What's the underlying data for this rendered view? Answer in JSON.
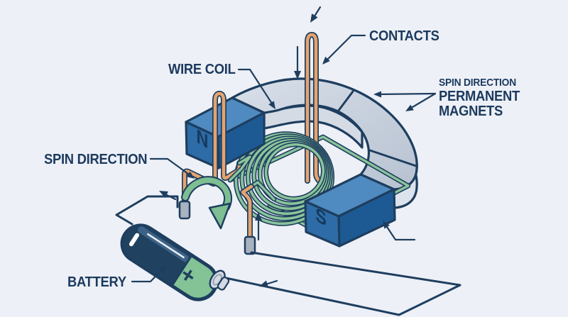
{
  "title": "Electric motor diagram",
  "labels": {
    "contacts": "CONTACTS",
    "wire_coil": "WIRE COIL",
    "spin_direction_left": "SPIN DIRECTION",
    "spin_direction_right": "SPIN DIRECTION",
    "permanent_magnets_1": "PERMANENT",
    "permanent_magnets_2": "MAGNETS",
    "battery": "BATTERY",
    "pole_north": "N",
    "pole_south": "S",
    "battery_plus": "+"
  },
  "icons": {
    "spin_arrow": "curved-green-arrow",
    "current_arrows": "small-navy-flow-arrows",
    "leader_arrows": "label-pointer-arrows"
  },
  "colors": {
    "background": "#edf0f6",
    "outline": "#1e3e5f",
    "text": "#1b3a5e",
    "magnet-top": "#b7c2d1",
    "magnet-top-light": "#d8dfe9",
    "magnet-side": "#dde3ec",
    "magnet-inner": "#d4dbe5",
    "pole-front": "#2d6ca7",
    "pole-top": "#4f8ac0",
    "pole-side": "#1d5a94",
    "pole-letter": "#16385c",
    "copper": "#e5a36e",
    "wire-green": "#8ac49a",
    "arrow-green": "#7dbe92",
    "terminal": "#a9b2bf",
    "metal": "#d3dae3",
    "metal-ring": "#94a0ae",
    "battery-body": "#20415f",
    "battery-stripe": "#3c6287",
    "battery-gloss": "#e9eef4",
    "battery-cap": "#83c396",
    "minus-white": "#ffffff"
  }
}
